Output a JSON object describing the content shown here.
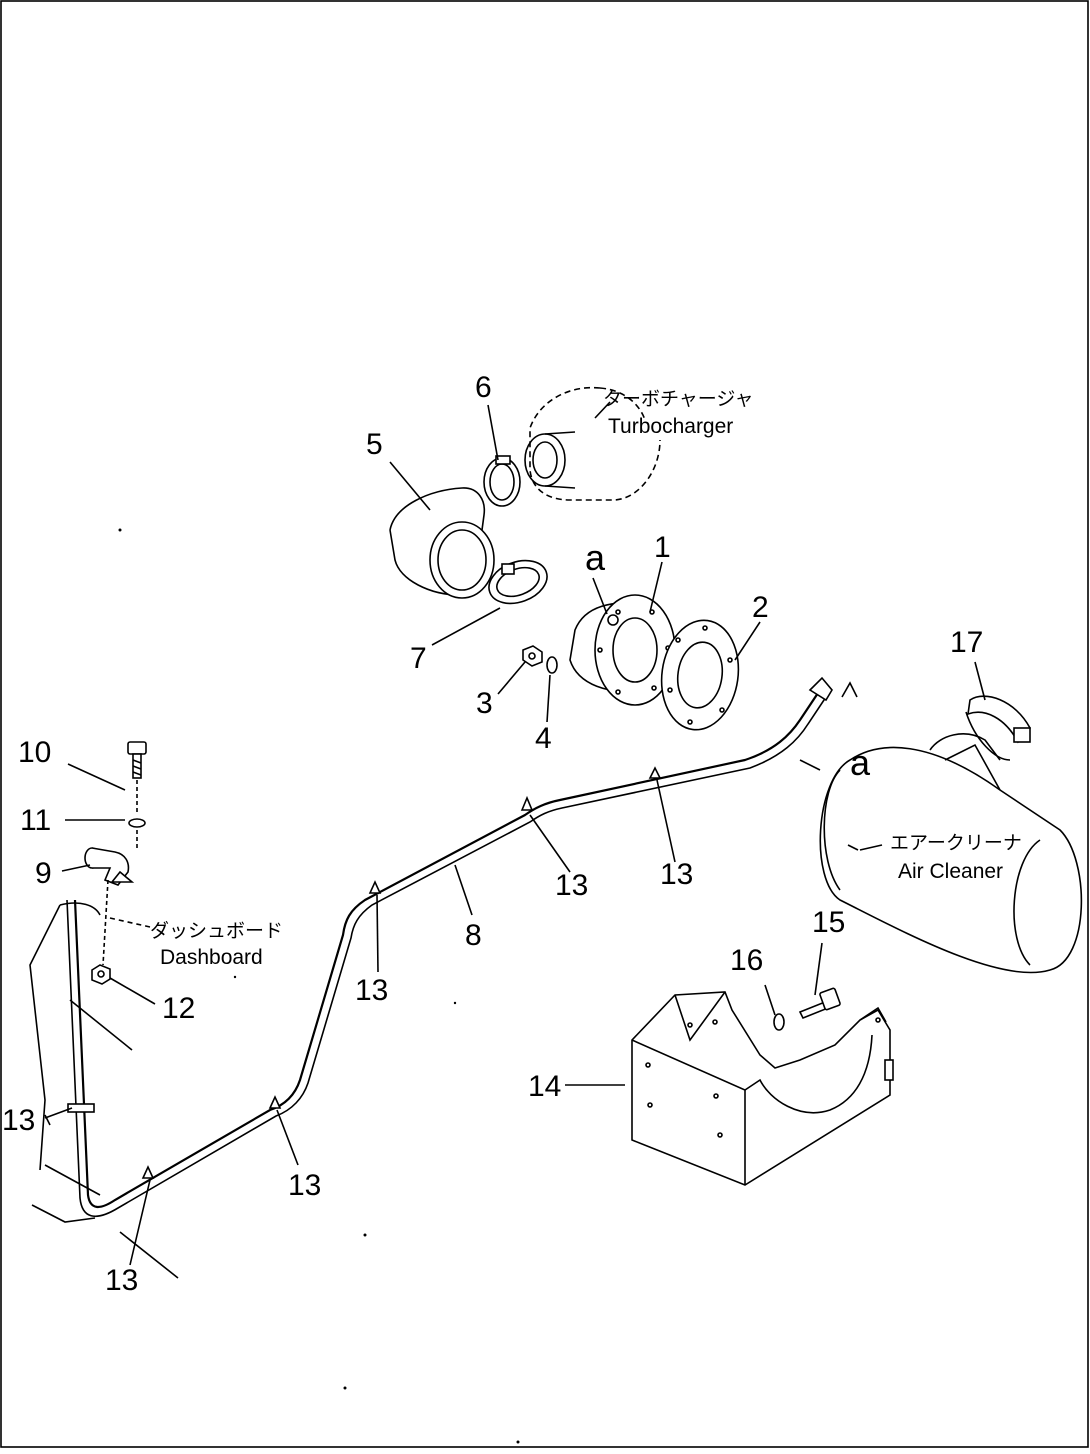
{
  "labels": {
    "turbocharger_jp": "ターボチャージャ",
    "turbocharger_en": "Turbocharger",
    "air_cleaner_jp": "エアークリーナ",
    "air_cleaner_en": "Air Cleaner",
    "dashboard_jp": "ダッシュボード",
    "dashboard_en": "Dashboard",
    "ref_a": "a"
  },
  "parts": {
    "p1": "1",
    "p2": "2",
    "p3": "3",
    "p4": "4",
    "p5": "5",
    "p6": "6",
    "p7": "7",
    "p8": "8",
    "p9": "9",
    "p10": "10",
    "p11": "11",
    "p12": "12",
    "p13": "13",
    "p14": "14",
    "p15": "15",
    "p16": "16",
    "p17": "17"
  }
}
